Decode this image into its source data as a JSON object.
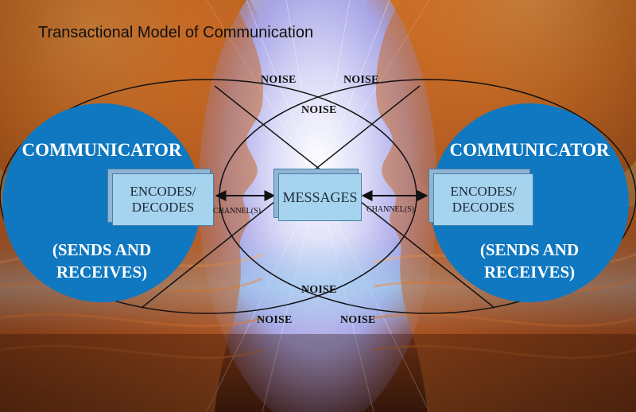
{
  "title": "Transactional Model of Communication",
  "noise_labels": [
    "NOISE",
    "NOISE",
    "NOISE",
    "NOISE",
    "NOISE",
    "NOISE"
  ],
  "left_communicator": {
    "label": "COMMUNICATOR",
    "role_line1": "(SENDS AND",
    "role_line2": "RECEIVES)",
    "box_line1": "ENCODES/",
    "box_line2": "DECODES"
  },
  "right_communicator": {
    "label": "COMMUNICATOR",
    "role_line1": "(SENDS AND",
    "role_line2": "RECEIVES)",
    "box_line1": "ENCODES/",
    "box_line2": "DECODES"
  },
  "messages": "MESSAGES",
  "channel_left": "CHANNEL(S)",
  "channel_right": "CHANNEL(S)",
  "colors": {
    "circle_fill": "#0f78c0",
    "box_fill": "#a6d3ee",
    "center_light": "#c7c4f0",
    "warm_orange": "#d4721e"
  }
}
